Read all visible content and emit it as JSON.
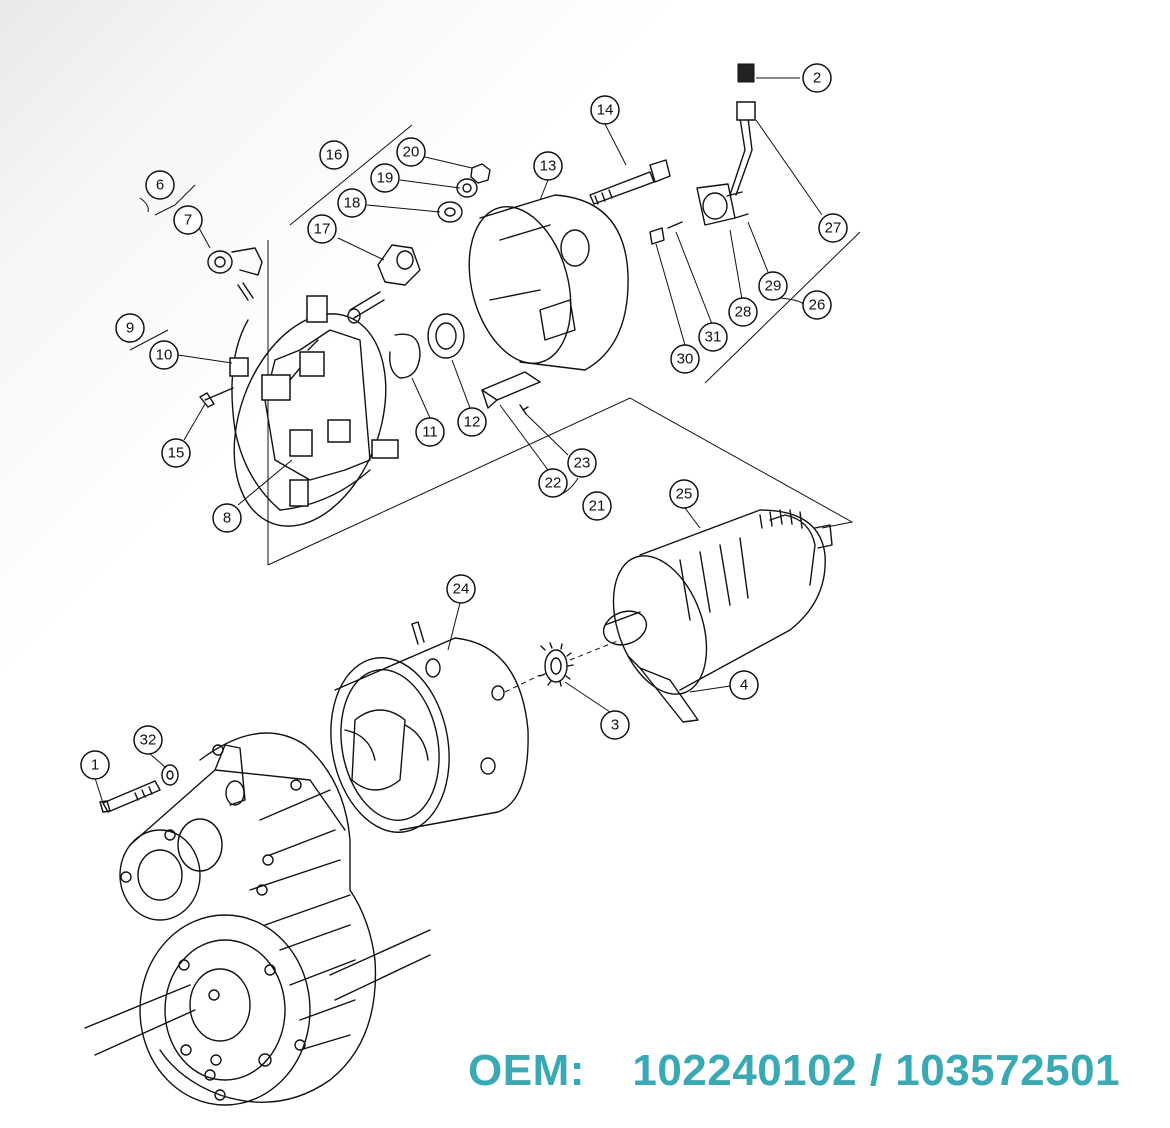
{
  "callouts": [
    "1",
    "2",
    "3",
    "4",
    "6",
    "7",
    "8",
    "9",
    "10",
    "11",
    "12",
    "13",
    "14",
    "15",
    "16",
    "17",
    "18",
    "19",
    "20",
    "21",
    "22",
    "23",
    "24",
    "25",
    "26",
    "27",
    "28",
    "29",
    "30",
    "31",
    "32"
  ],
  "oem": {
    "label": "OEM:",
    "numbers": "102240102 / 103572501",
    "color": "#3aa9b3"
  }
}
